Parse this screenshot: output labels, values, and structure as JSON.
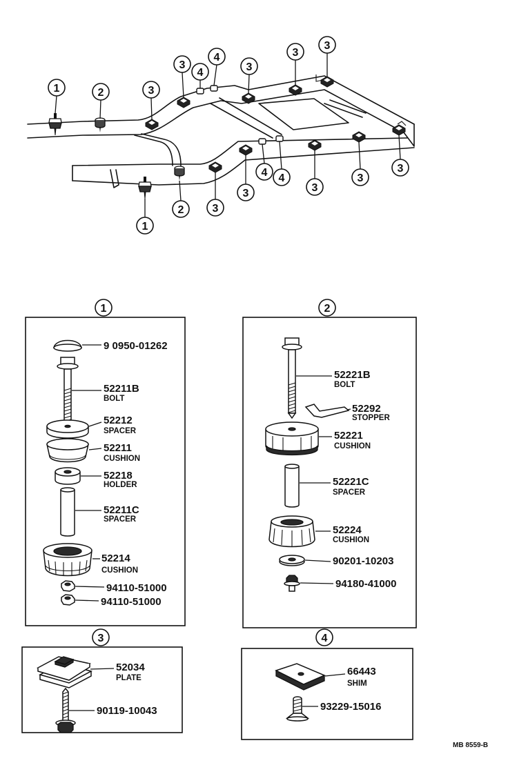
{
  "colors": {
    "ink": "#111111",
    "paper": "#ffffff"
  },
  "frame": {
    "callouts": [
      "1",
      "2",
      "3",
      "3",
      "4",
      "4",
      "3",
      "3",
      "3",
      "1",
      "2",
      "3",
      "3",
      "4",
      "4",
      "3",
      "3",
      "3"
    ]
  },
  "sections": [
    {
      "number": "1",
      "parts": [
        {
          "number": "9 0950-01262"
        },
        {
          "number": "52211B",
          "name": "BOLT"
        },
        {
          "number": "52212",
          "name": "SPACER"
        },
        {
          "number": "52211",
          "name": "CUSHION"
        },
        {
          "number": "52218",
          "name": "HOLDER"
        },
        {
          "number": "52211C",
          "name": "SPACER"
        },
        {
          "number": "52214",
          "name": "CUSHION"
        },
        {
          "number": "94110-51000"
        },
        {
          "number": "94110-51000"
        }
      ]
    },
    {
      "number": "2",
      "parts": [
        {
          "number": "52221B",
          "name": "BOLT"
        },
        {
          "number": "52292",
          "name": "STOPPER"
        },
        {
          "number": "52221",
          "name": "CUSHION"
        },
        {
          "number": "52221C",
          "name": "SPACER"
        },
        {
          "number": "52224",
          "name": "CUSHION"
        },
        {
          "number": "90201-10203"
        },
        {
          "number": "94180-41000"
        }
      ]
    },
    {
      "number": "3",
      "parts": [
        {
          "number": "52034",
          "name": "PLATE"
        },
        {
          "number": "90119-10043"
        }
      ]
    },
    {
      "number": "4",
      "parts": [
        {
          "number": "66443",
          "name": "SHIM"
        },
        {
          "number": "93229-15016"
        }
      ]
    }
  ],
  "footer": {
    "code": "MB 8559-B"
  }
}
